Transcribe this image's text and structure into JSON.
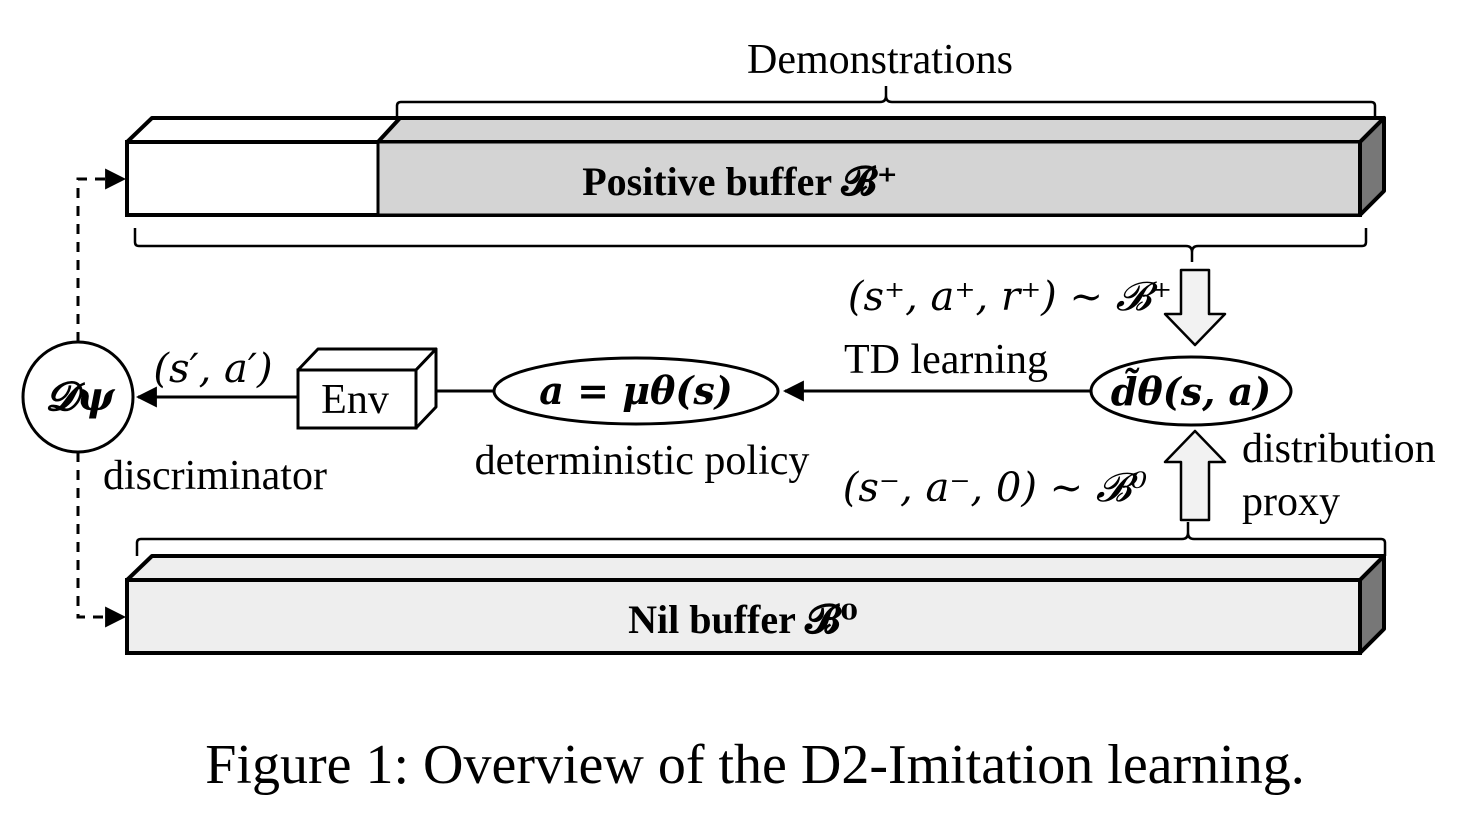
{
  "diagram": {
    "demonstrations_label": "Demonstrations",
    "positive_buffer_label": "Positive buffer 𝓑⁺",
    "nil_buffer_label": "Nil buffer 𝓑⁰",
    "positive_sample_label": "(s⁺, a⁺, r⁺) ~ 𝓑⁺",
    "negative_sample_label": "(s⁻, a⁻, 0) ~ 𝓑⁰",
    "td_learning_label": "TD learning",
    "distribution_label": "distribution",
    "proxy_label": "proxy",
    "proxy_node_label": "d̃θ(s, a)",
    "policy_node_label": "a = μθ(s)",
    "policy_caption": "deterministic policy",
    "env_label": "Env",
    "transition_label": "(s′, a′)",
    "discriminator_node_label": "𝓓ψ",
    "discriminator_caption": "discriminator"
  },
  "caption": "Figure 1: Overview of the D2-Imitation learning.",
  "colors": {
    "buffer_fill": "#d4d4d4",
    "nil_buffer_fill": "#eeeeee",
    "side_fill": "#777777",
    "arrow_fill": "#f2f2f2"
  }
}
